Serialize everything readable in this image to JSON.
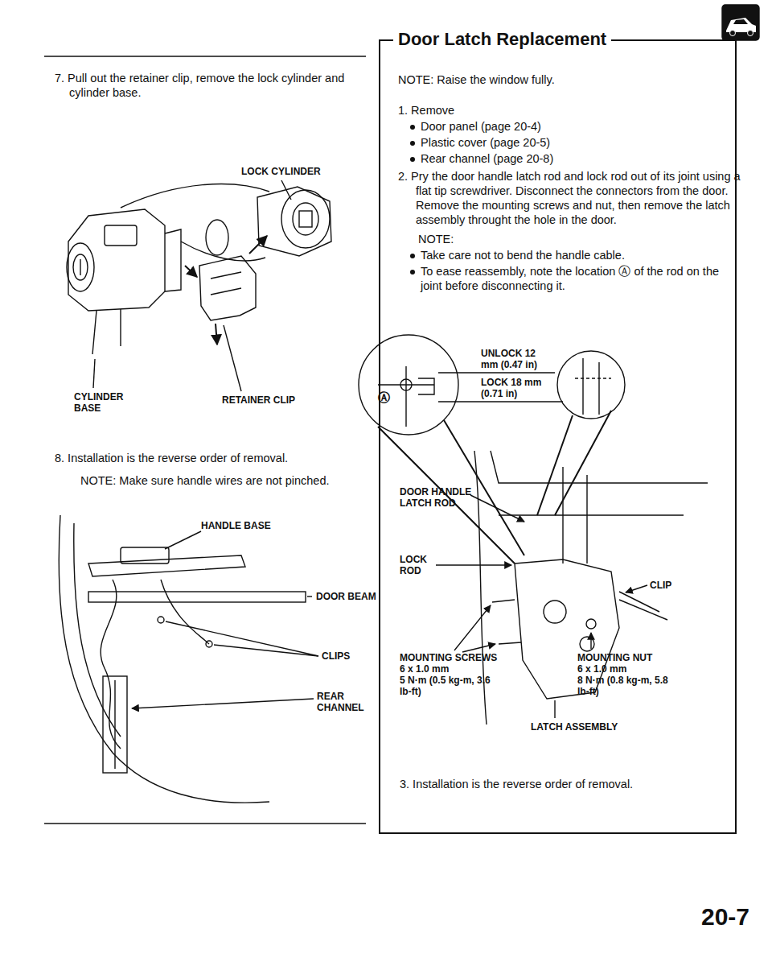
{
  "diagram": {
    "title": "Door Latch Replacement",
    "labels": [
      "7. Pull out the retainer clip, remove the lock cylinder and cylinder base.",
      "LOCK CYLINDER",
      "CYLINDER BASE",
      "RETAINER CLIP",
      "8. Installation is the reverse order of removal.",
      "NOTE: Make sure handle wires are not pinched.",
      "HANDLE BASE",
      "DOOR BEAM",
      "CLIPS",
      "REAR CHANNEL",
      "NOTE: Raise the window fully.",
      "1. Remove",
      "Door panel (page 20-4)",
      "Plastic cover (page 20-5)",
      "Rear channel (page 20-8)",
      "2. Pry the door handle latch rod and lock rod out of its joint using a flat tip screwdriver. Disconnect the connectors from the door. Remove the mounting screws and nut, then remove the latch assembly throught the hole in the door.",
      "NOTE:",
      "Take care not to bend the handle cable.",
      "To ease reassembly, note the location Ⓐ of the rod on the joint before disconnecting it.",
      "UNLOCK 12 mm (0.47 in)",
      "LOCK 18 mm (0.71 in)",
      "Ⓐ",
      "DOOR HANDLE LATCH ROD",
      "LOCK ROD",
      "CLIP",
      "MOUNTING SCREWS",
      "6 x 1.0 mm",
      "5 N·m (0.5 kg-m, 3.6 lb-ft)",
      "MOUNTING NUT",
      "6 x 1.0 mm",
      "8 N·m (0.8 kg-m, 5.8 lb-ft)",
      "LATCH ASSEMBLY",
      "3. Installation is the reverse order of removal.",
      "20-7"
    ]
  }
}
